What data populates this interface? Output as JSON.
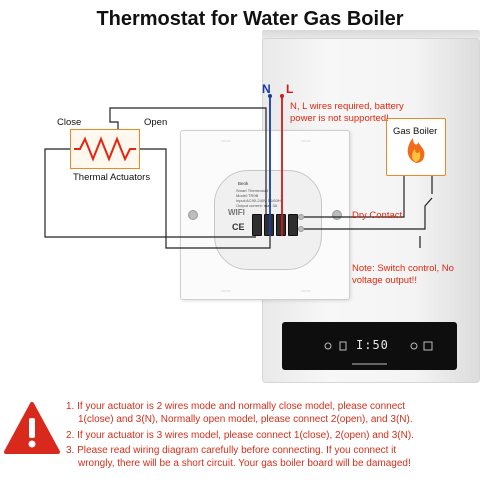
{
  "title": "Thermostat for Water Gas Boiler",
  "labels": {
    "n": "N",
    "l": "L",
    "nl_note": "N, L wires required, battery power is not supported!",
    "close": "Close",
    "open": "Open",
    "actuators": "Thermal Actuators",
    "gas_boiler": "Gas Boiler",
    "dry_contact": "Dry Contact",
    "switch_note": "Note: Switch control, No voltage output!!"
  },
  "module": {
    "brand": "Beok",
    "line1": "Smart Thermostat",
    "line2": "Model:TR9B",
    "line3": "Input:AC90-240V 50/60Hz",
    "line4": "Output current: max 3A",
    "wifi": "WIFI",
    "ce": "CE"
  },
  "screen": {
    "readout": "I:50"
  },
  "notes": {
    "note1a": "1. If your actuator is 2 wires mode and normally close model, please connect",
    "note1b": "1(close) and 3(N), Normally open model, please connect 2(open), and 3(N).",
    "note2": "2. If your actuator is 3 wires model, please connect 1(close), 2(open) and 3(N).",
    "note3a": "3. Please read wiring diagram carefully before connecting. If you connect it",
    "note3b": "wrongly, there will be a short circuit. Your gas boiler board will be damaged!"
  },
  "icons": {
    "warning": "warning-icon",
    "flame": "flame-icon",
    "resistor": "resistor-icon"
  },
  "colors": {
    "red_wire": "#d11919",
    "blue_wire": "#1a3aa8",
    "warning_red": "#d8291c",
    "note_red": "#d42f1b",
    "accent_orange": "#e88a2a"
  }
}
